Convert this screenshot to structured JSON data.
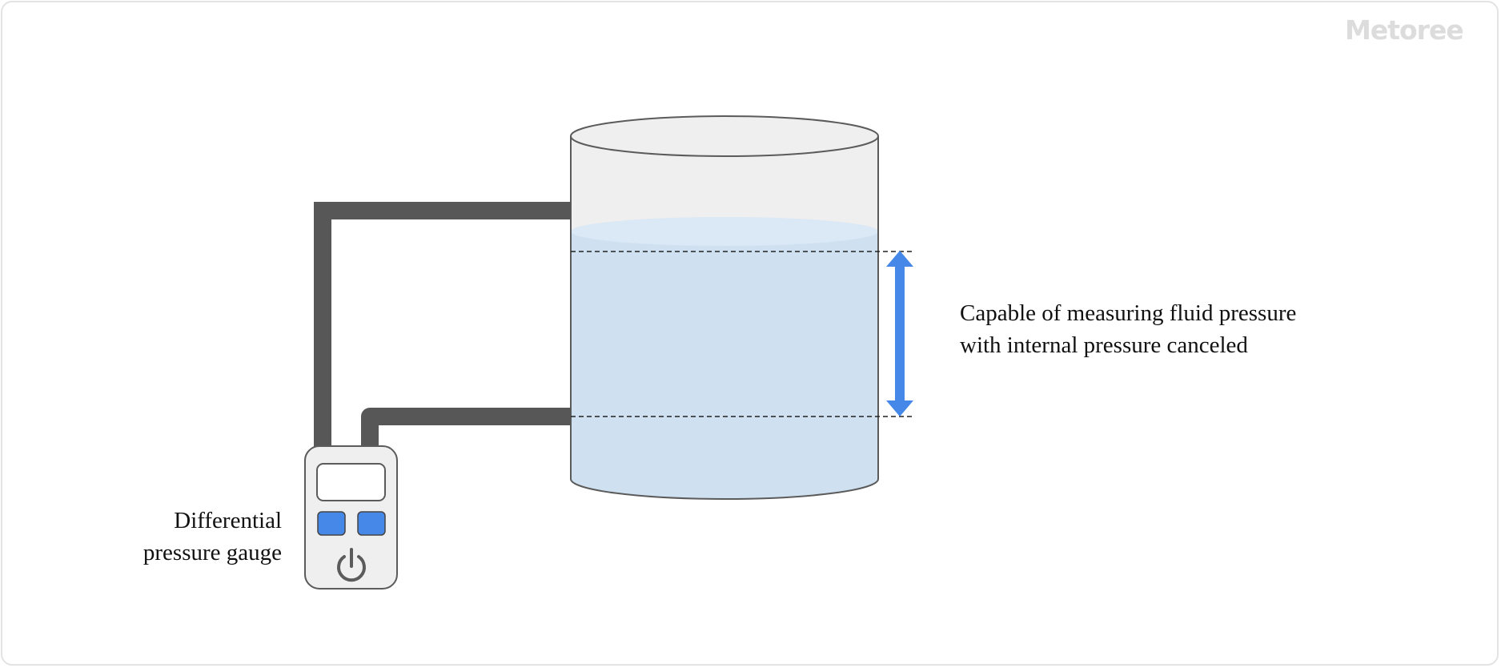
{
  "watermark": "Metoree",
  "gauge_label": {
    "line1": "Differential",
    "line2": "pressure gauge"
  },
  "pressure_label": {
    "line1": "Capable of measuring fluid pressure",
    "line2": "with internal pressure canceled"
  },
  "colors": {
    "pipe": "#575757",
    "tank_fluid": "#cfe1f1",
    "tank_empty": "#efefef",
    "arrow": "#4688e8",
    "gauge_buttons": "#4688e8",
    "gauge_body": "#efefef"
  },
  "icons": [
    "power-icon"
  ]
}
